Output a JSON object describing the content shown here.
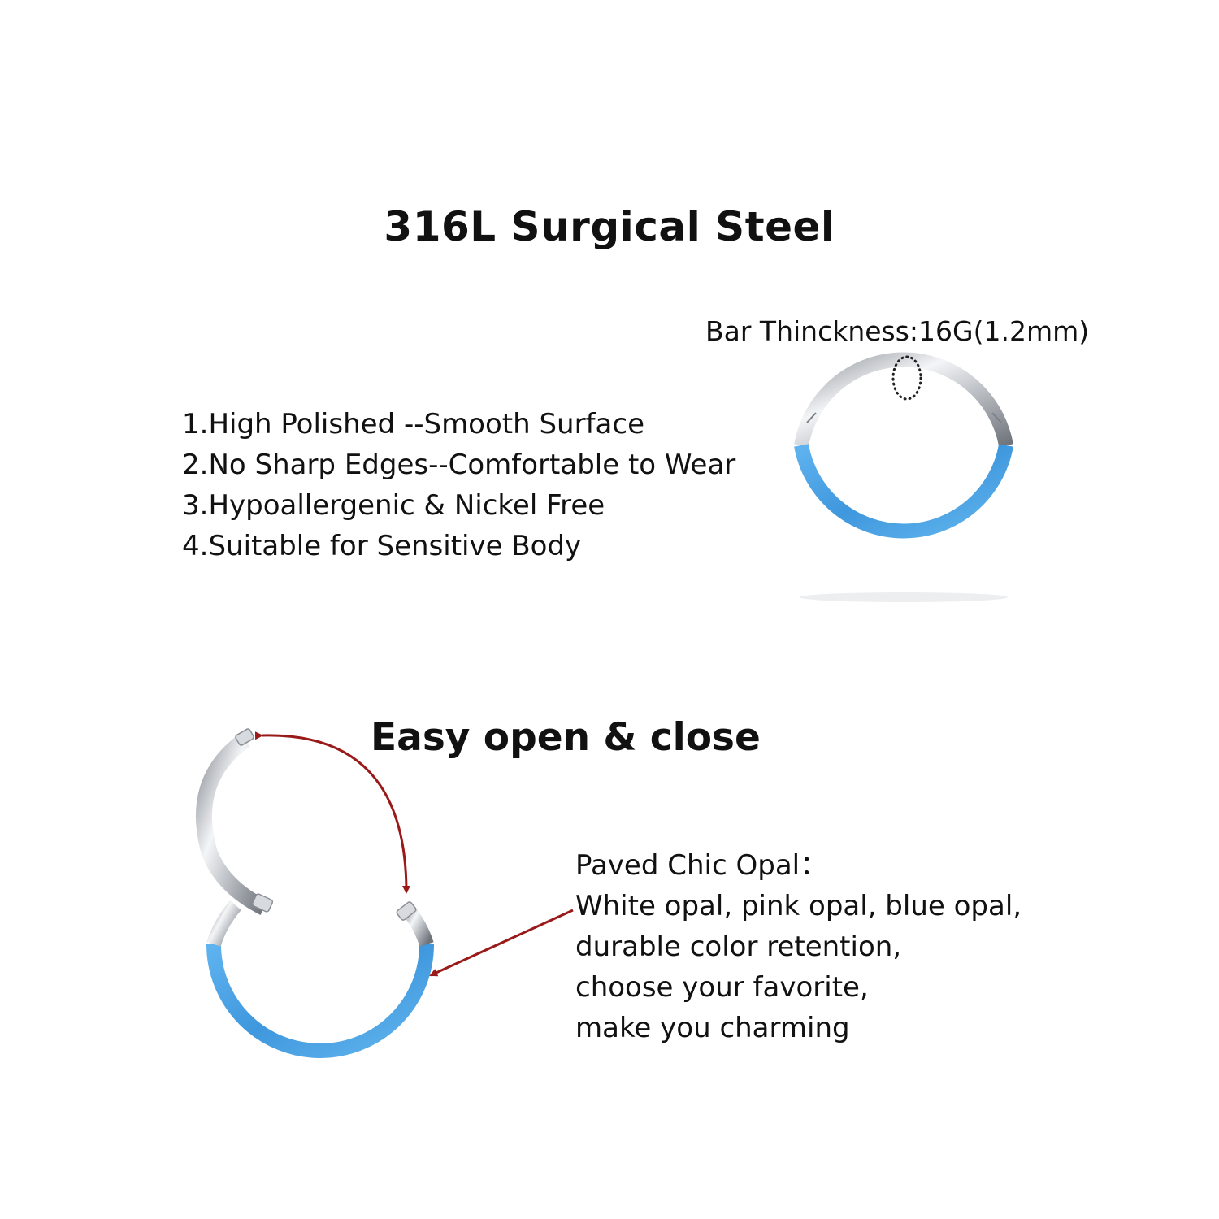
{
  "title": "316L Surgical Steel",
  "bar_thickness": "Bar Thinckness:16G(1.2mm)",
  "features": [
    "1.High Polished --Smooth Surface",
    "2.No Sharp Edges--Comfortable to Wear",
    "3.Hypoallergenic & Nickel Free",
    "4.Suitable for Sensitive Body"
  ],
  "easy_title": "Easy open & close",
  "opal": {
    "heading": "Paved Chic Opal：",
    "lines": [
      "White opal, pink opal, blue opal,",
      "durable color retention,",
      "choose your favorite,",
      "make you charming"
    ]
  },
  "colors": {
    "opal_blue": "#4aa3e6",
    "steel": "#c9ccd1",
    "arrow_red": "#9a1a1a"
  }
}
